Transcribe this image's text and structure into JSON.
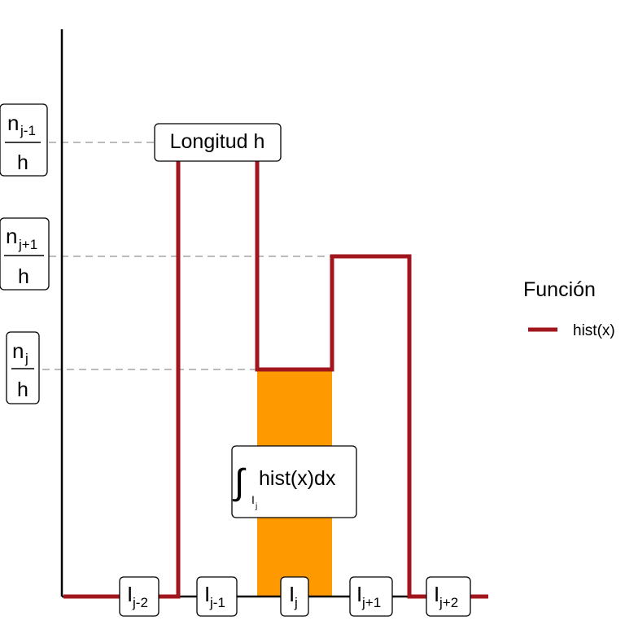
{
  "colors": {
    "hist_line": "#A0161C",
    "highlight_fill": "#FF9900",
    "guide_line": "#BBBBBB",
    "axis": "#000000"
  },
  "bins": [
    {
      "label": "I",
      "sub": "j-2"
    },
    {
      "label": "I",
      "sub": "j-1"
    },
    {
      "label": "I",
      "sub": "j"
    },
    {
      "label": "I",
      "sub": "j+1"
    },
    {
      "label": "I",
      "sub": "j+2"
    }
  ],
  "y_labels": [
    {
      "num": "n",
      "sub": "j-1",
      "den": "h"
    },
    {
      "num": "n",
      "sub": "j+1",
      "den": "h"
    },
    {
      "num": "n",
      "sub": "j",
      "den": "h"
    }
  ],
  "annotations": {
    "length_label": "Longitud h",
    "integral_body": "hist(x)dx",
    "integral_symbol": "∫",
    "integral_lower": "I",
    "integral_lower_sub": "j"
  },
  "legend": {
    "title": "Función",
    "item": "hist(x)"
  }
}
